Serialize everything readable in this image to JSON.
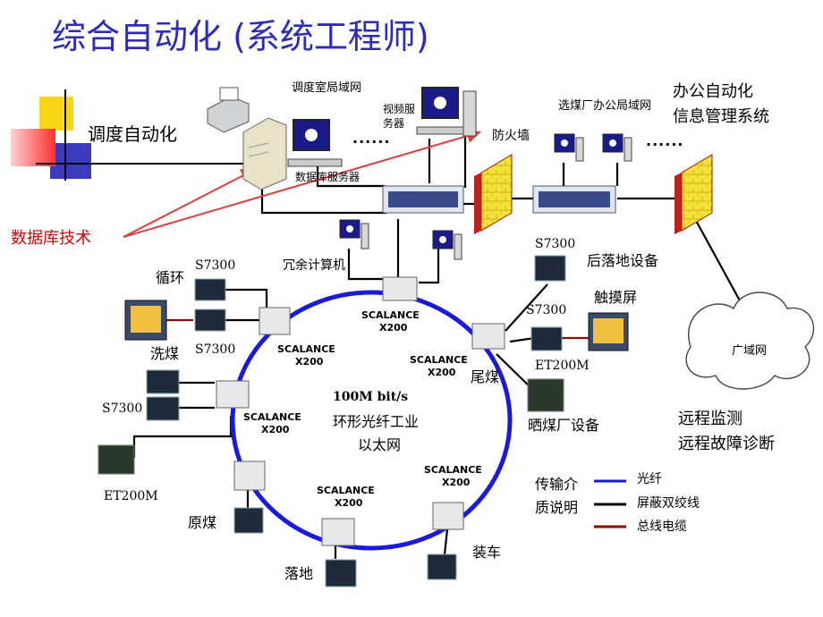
{
  "title": "综合自动化 (系统工程师)",
  "labels": {
    "dispatch_automation": "调度自动化",
    "dispatch_lan": "调度室局域网",
    "video_server": "视频服\n务器",
    "db_server": "数据库服务器",
    "firewall_1": "防火墙",
    "office_lan": "选煤厂办公局域网",
    "office_automation": "办公自动化",
    "mis": "信息管理系统",
    "database_tech": "数据库技术",
    "redundant_computer": "冗余计算机",
    "wan": "广域网",
    "remote_monitor": "远程监测",
    "remote_diagnosis": "远程故障诊断",
    "dots_1": "......",
    "dots_2": "......",
    "ring_speed": "100M bit/s",
    "ring_type": "环形光纤工业",
    "ring_type2": "以太网"
  },
  "nodes": {
    "cycle": "循环",
    "s7300_cycle_top": "S7300",
    "s7300_cycle_bottom": "S7300",
    "wash": "洗煤",
    "s7300_wash": "S7300",
    "et200m_left": "ET200M",
    "raw": "原煤",
    "landing": "落地",
    "loading": "装车",
    "tail": "尾煤",
    "drying": "晒煤厂设备",
    "s7300_back": "S7300",
    "back_landing": "后落地设备",
    "s7300_touch": "S7300",
    "touch_screen": "触摸屏",
    "et200m_right": "ET200M",
    "scalance": "SCALANCE",
    "x200": "X200"
  },
  "legend": {
    "title_1": "传输介",
    "title_2": "质说明",
    "items": [
      {
        "label": "光纤",
        "color": "#1a1adc"
      },
      {
        "label": "屏蔽双绞线",
        "color": "#000000"
      },
      {
        "label": "总线电缆",
        "color": "#8b0a0a"
      }
    ]
  },
  "colors": {
    "title": "#2b2bbd",
    "ring": "#1a1adc",
    "bus_cable": "#8b0a0a",
    "firewall_brick": "#f3e23a",
    "firewall_side": "#c0201a",
    "arrow": "#d94040"
  }
}
